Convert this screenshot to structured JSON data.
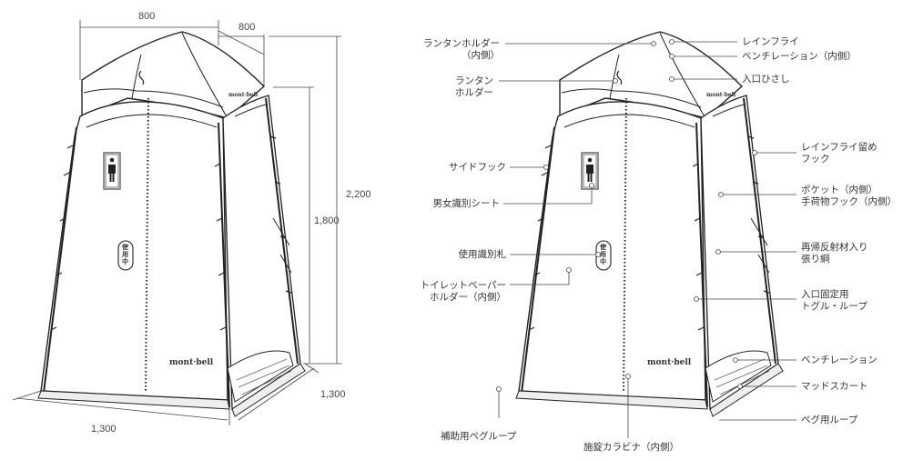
{
  "dimensions": {
    "width_front": "800",
    "depth_top": "800",
    "height_total": "2,200",
    "height_body": "1,800",
    "width_base": "1,300",
    "depth_base": "1,300"
  },
  "brand": {
    "logo_left": "mont·bell",
    "logo_left_small": "mont·bell",
    "logo_right": "mont·bell",
    "logo_right_small": "mont·bell"
  },
  "occupied_sign": "使用中",
  "labels_left": {
    "lantern_holder_inner": "ランタンホルダー\n（内側）",
    "lantern_holder": "ランタン\nホルダー",
    "side_hook": "サイドフック",
    "gender_sheet": "男女識別シート",
    "occupied_tag": "使用識別札",
    "paper_holder": "トイレットペーパー\nホルダー（内側）",
    "aux_peg_loop": "補助用ペグループ",
    "lock_carabiner": "施錠カラビナ（内側）"
  },
  "labels_right": {
    "rainfly": "レインフライ",
    "ventilation_inner": "ベンチレーション（内側）",
    "entrance_eave": "入口ひさし",
    "rainfly_hook": "レインフライ留め\nフック",
    "pocket": "ポケット（内側）\n手荷物フック（内側）",
    "reflective_cord": "再帰反射材入り\n張り綱",
    "toggle_loop": "入口固定用\nトグル・ループ",
    "ventilation": "ベンチレーション",
    "mud_skirt": "マッドスカート",
    "peg_loop": "ペグ用ループ"
  }
}
